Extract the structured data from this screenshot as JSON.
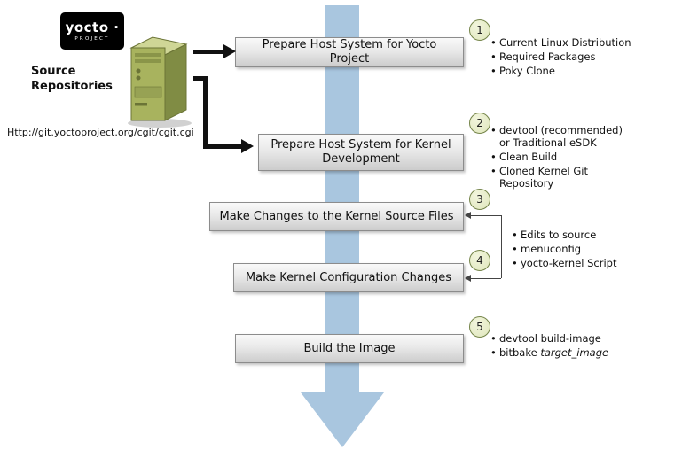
{
  "logo": {
    "name": "yocto ·",
    "tagline": "PROJECT"
  },
  "source_repositories": {
    "title": "Source Repositories",
    "url": "Http://git.yoctoproject.org/cgit/cgit.cgi"
  },
  "steps": [
    {
      "number": "1",
      "label": "Prepare Host System for Yocto Project"
    },
    {
      "number": "2",
      "label": "Prepare Host System for Kernel Development"
    },
    {
      "number": "3",
      "label": "Make Changes to the Kernel Source Files"
    },
    {
      "number": "4",
      "label": "Make Kernel Configuration Changes"
    },
    {
      "number": "5",
      "label": "Build the Image"
    }
  ],
  "bullets": {
    "step1": [
      "Current Linux Distribution",
      "Required Packages",
      "Poky Clone"
    ],
    "step2": [
      "devtool (recommended) or Traditional eSDK",
      "Clean Build",
      "Cloned Kernel Git Repository"
    ],
    "steps34": [
      "Edits to source",
      "menuconfig",
      "yocto-kernel Script"
    ],
    "step5": [
      {
        "text": "devtool build-image",
        "italic": ""
      },
      {
        "text": "bitbake ",
        "italic": "target_image"
      }
    ]
  },
  "colors": {
    "flow_arrow": "#a9c6df",
    "step_box_border": "#8c8c8c",
    "badge_fill": "#e5ebc6",
    "badge_border": "#75854a",
    "server_green": "#a8b35e",
    "logo_bg": "#000000"
  }
}
